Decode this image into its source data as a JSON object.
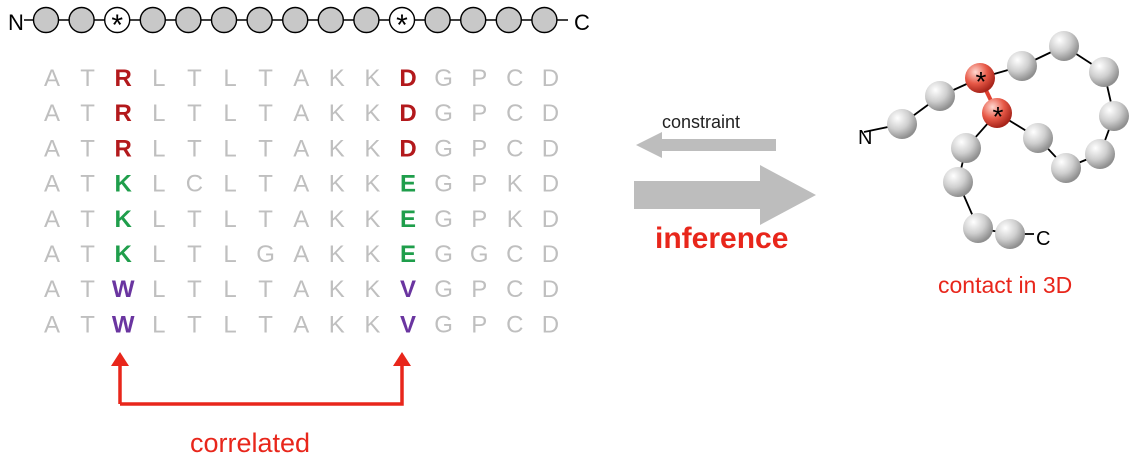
{
  "chain_top": {
    "n_label": "N",
    "c_label": "C",
    "bead_count": 15,
    "marked_positions": [
      3,
      11
    ],
    "marker": "*"
  },
  "alignment": {
    "rows": [
      "ATRLTLTAKKDGPCD",
      "ATRLTLTAKKDGPCD",
      "ATRLTLTAKKDGPCD",
      "ATKLCLTAKKEGPKD",
      "ATKLTLTAKKEGPKD",
      "ATKLTLGAKKEGGCD",
      "ATWLTLTAKKVGPCD",
      "ATWLTLTAKKVGPCD"
    ],
    "highlight_columns": [
      2,
      10
    ],
    "residue_colors": {
      "R": "#b3191c",
      "D": "#b3191c",
      "K": "#1f9e4b",
      "E": "#1f9e4b",
      "W": "#6a35a0",
      "V": "#6a35a0"
    },
    "default_color": "#bfbfbf"
  },
  "correlated_label": "correlated",
  "constraint_label": "constraint",
  "inference_label": "inference",
  "structure": {
    "n_label": "N",
    "c_label": "C",
    "marker": "*",
    "caption": "contact in 3D"
  },
  "colors": {
    "red": "#e8261b",
    "arrow_gray": "#bdbdbd",
    "bead_gray": "#c8c8c8",
    "contact_red": "#e04030"
  }
}
